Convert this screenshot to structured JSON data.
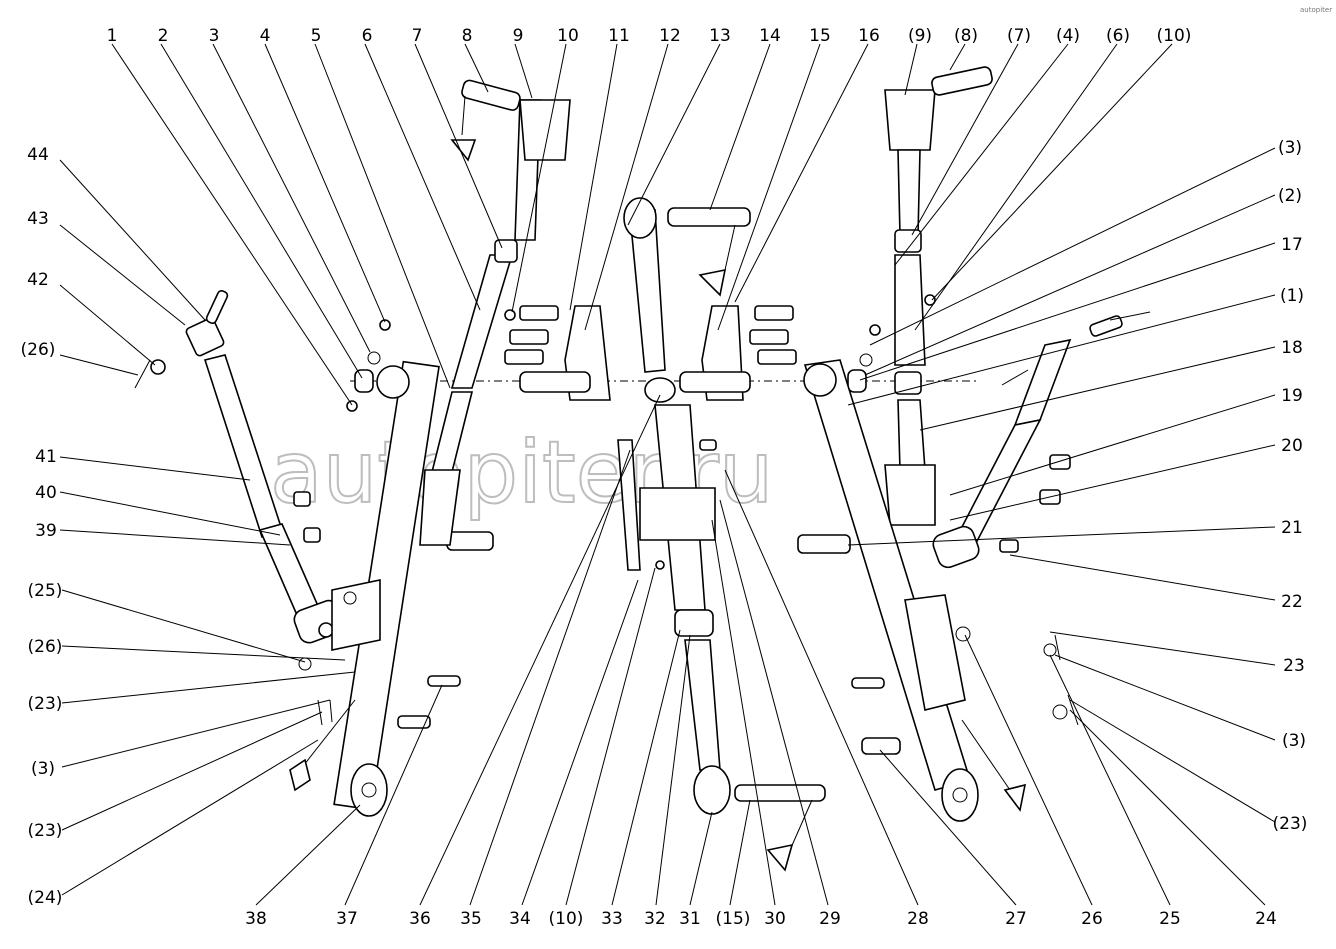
{
  "watermark": "autopiter.ru",
  "corner_mark": "autopiter",
  "top_labels": [
    "1",
    "2",
    "3",
    "4",
    "5",
    "6",
    "7",
    "8",
    "9",
    "10",
    "11",
    "12",
    "13",
    "14",
    "15",
    "16",
    "(9)",
    "(8)",
    "(7)",
    "(4)",
    "(6)",
    "(10)"
  ],
  "left_labels": [
    "44",
    "43",
    "42",
    "(26)",
    "41",
    "40",
    "39",
    "(25)",
    "(26)",
    "(23)",
    "(3)",
    "(23)",
    "(24)"
  ],
  "right_labels": [
    "(3)",
    "(2)",
    "17",
    "(1)",
    "18",
    "19",
    "20",
    "21",
    "22",
    "23",
    "(3)",
    "(23)"
  ],
  "bottom_labels": [
    "38",
    "37",
    "36",
    "35",
    "34",
    "(10)",
    "33",
    "32",
    "31",
    "(15)",
    "30",
    "29",
    "28",
    "27",
    "26",
    "25",
    "24"
  ]
}
